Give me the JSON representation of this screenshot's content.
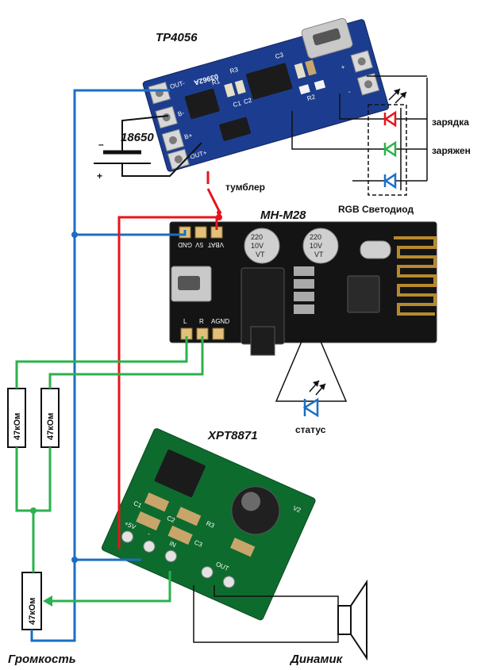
{
  "modules": {
    "charger": {
      "title": "TP4056",
      "chip_label": "03962A",
      "pins": {
        "out_minus": "OUT-",
        "b_minus": "B-",
        "b_plus": "B+",
        "out_plus": "OUT+",
        "r3": "R3",
        "r2": "R2",
        "r1": "R1",
        "c1": "C1",
        "c2": "C2",
        "c3": "C3",
        "plus": "+",
        "minus": "-"
      }
    },
    "bt_receiver": {
      "title": "MH-M28",
      "pins": {
        "gnd": "GND",
        "five_v": "5V",
        "vbat": "VBAT",
        "l": "L",
        "r": "R",
        "agnd": "AGND"
      },
      "cap1": [
        "220",
        "10V",
        "VT"
      ],
      "cap2": [
        "220",
        "10V",
        "VT"
      ]
    },
    "amplifier": {
      "title": "XPT8871",
      "pins": {
        "plus5v": "+5V",
        "minus": "-",
        "in": "IN",
        "out": "OUT",
        "r3": "R3",
        "c2": "C2",
        "c3": "C3",
        "c1": "C1",
        "v2": "V2"
      }
    }
  },
  "battery": {
    "label": "18650",
    "minus": "–",
    "plus": "+"
  },
  "labels": {
    "toggle": "тумблер",
    "led_charging": "зарядка",
    "led_charged": "заряжен",
    "rgb_led": "RGB Светодиод",
    "status": "статус",
    "volume": "Громкость",
    "speaker": "Динамик"
  },
  "resistors": [
    "47кОм",
    "47кОм",
    "47кОм"
  ],
  "colors": {
    "ground_wire": "#1a6fc4",
    "power_wire": "#e8141b",
    "audio_wire": "#2bb24c",
    "signal_wire": "#111111",
    "led_red": "#e8141b",
    "led_green": "#2bb24c",
    "led_blue": "#1a6fc4",
    "pcb_blue": "#1c3d8f",
    "pcb_black": "#141414",
    "pcb_green": "#0e6b2e"
  }
}
